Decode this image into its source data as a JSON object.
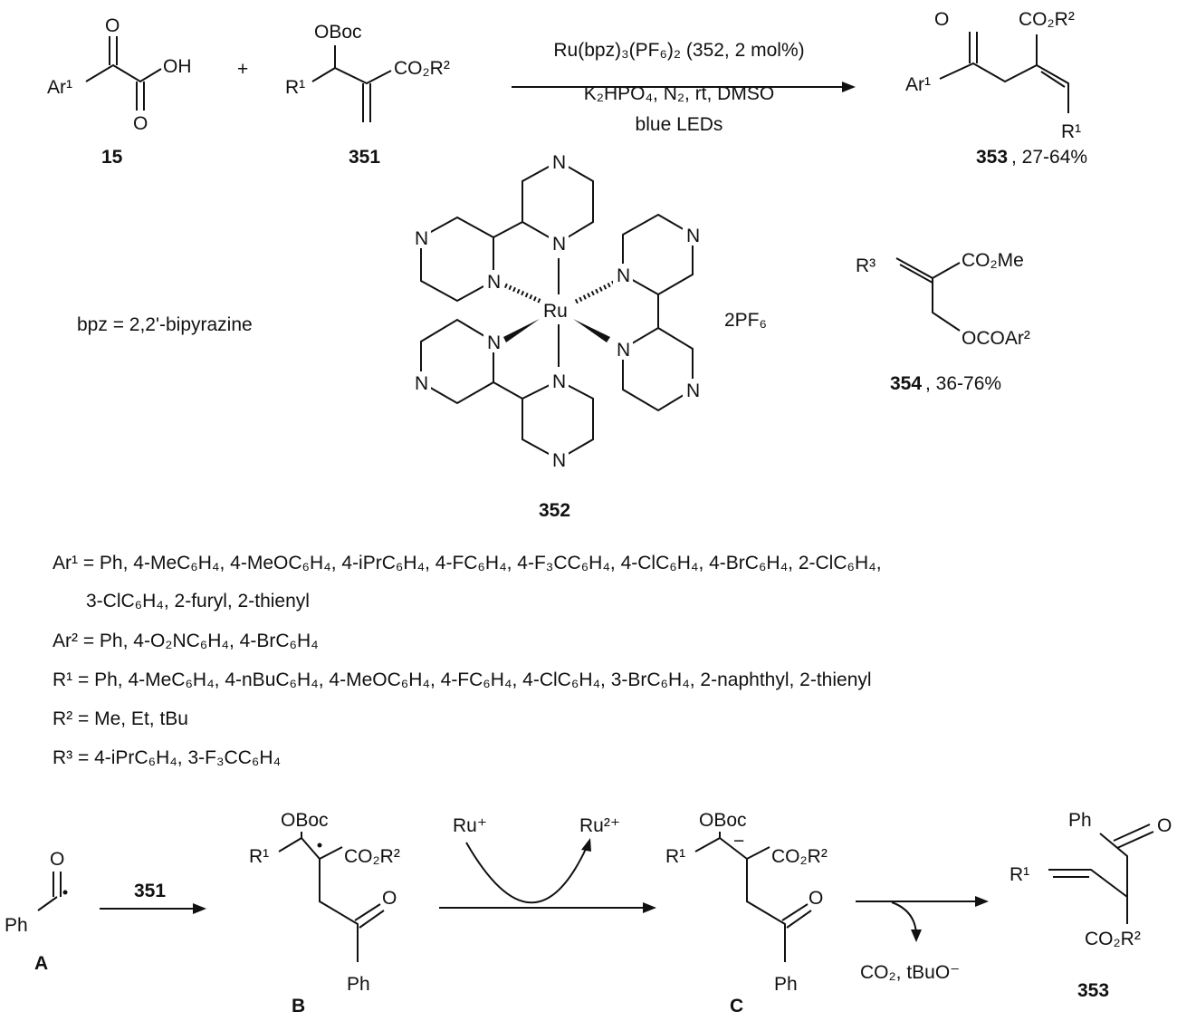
{
  "top_reaction": {
    "c15": {
      "ar": "Ar¹",
      "o1": "O",
      "o2": "O",
      "oh": "OH",
      "label": "15"
    },
    "plus": "+",
    "c351": {
      "oboc": "OBoc",
      "r1": "R¹",
      "co2r2": "CO₂R²",
      "label": "351"
    },
    "conditions": {
      "line1": "Ru(bpz)₃(PF₆)₂ (352, 2 mol%)",
      "line2": "K₂HPO₄, N₂, rt, DMSO",
      "line3": "blue LEDs"
    },
    "c353": {
      "o": "O",
      "co2r2": "CO₂R²",
      "ar": "Ar¹",
      "r1": "R¹",
      "label": "353",
      "yield": ", 27-64%"
    }
  },
  "catalyst": {
    "n": "N",
    "ru": "Ru",
    "counterion": "2PF₆",
    "label": "352",
    "bpz_def": "bpz = 2,2'-bipyrazine"
  },
  "c354": {
    "r3": "R³",
    "co2me": "CO₂Me",
    "ocoar2": "OCOAr²",
    "label": "354",
    "yield": ", 36-76%"
  },
  "substituents": [
    "Ar¹ = Ph, 4-MeC₆H₄, 4-MeOC₆H₄, 4-iPrC₆H₄, 4-FC₆H₄, 4-F₃CC₆H₄, 4-ClC₆H₄, 4-BrC₆H₄, 2-ClC₆H₄,",
    "3-ClC₆H₄, 2-furyl, 2-thienyl",
    "Ar² = Ph, 4-O₂NC₆H₄, 4-BrC₆H₄",
    "R¹ = Ph, 4-MeC₆H₄, 4-nBuC₆H₄, 4-MeOC₆H₄, 4-FC₆H₄, 4-ClC₆H₄, 3-BrC₆H₄, 2-naphthyl, 2-thienyl",
    "R² = Me, Et, tBu",
    "R³ = 4-iPrC₆H₄, 3-F₃CC₆H₄"
  ],
  "mechanism": {
    "A": {
      "ph": "Ph",
      "o": "O",
      "label": "A"
    },
    "arrow1": "351",
    "B": {
      "oboc": "OBoc",
      "r1": "R¹",
      "co2r2": "CO₂R²",
      "o": "O",
      "ph": "Ph",
      "label": "B"
    },
    "ru_plus": "Ru⁺",
    "ru_2plus": "Ru²⁺",
    "C": {
      "oboc": "OBoc",
      "r1": "R¹",
      "minus": "−",
      "co2r2": "CO₂R²",
      "o": "O",
      "ph": "Ph",
      "label": "C"
    },
    "byproducts": "CO₂, tBuO⁻",
    "P": {
      "ph": "Ph",
      "o": "O",
      "r1": "R¹",
      "co2r2": "CO₂R²",
      "label": "353"
    }
  }
}
